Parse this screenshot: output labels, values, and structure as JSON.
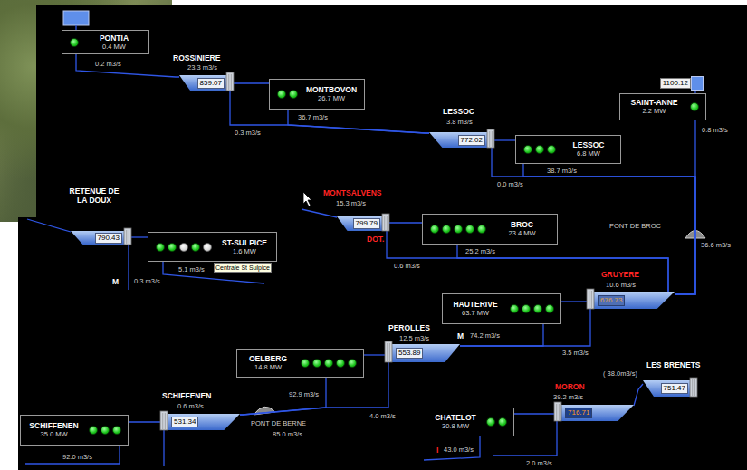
{
  "diagram": {
    "nodes": [
      {
        "text": [
          "PONTIA",
          "0.4 MW"
        ]
      },
      {
        "text": [
          "ROSSINIERE",
          "23.3 m3/s",
          "859.07"
        ]
      },
      {
        "text": [
          "MONTBOVON",
          "26.7 MW"
        ]
      },
      {
        "text": [
          "LESSOC",
          "3.8 m3/s",
          "772.02"
        ]
      },
      {
        "text": [
          "1100.12"
        ]
      },
      {
        "text": [
          "SAINT-ANNE",
          "2.2 MW"
        ]
      },
      {
        "text": [
          "LESSOC",
          "6.8 MW"
        ]
      },
      {
        "text": [
          "RETENUE DE LA DOUX",
          "790.43"
        ]
      },
      {
        "text": [
          "ST-SULPICE",
          "1.6 MW"
        ]
      },
      {
        "text": [
          "MONTSALVENS",
          "15.3 m3/s",
          "799.79"
        ]
      },
      {
        "text": [
          "BROC",
          "23.4 MW"
        ]
      },
      {
        "text": [
          "GRUYERE",
          "10.6 m3/s",
          "676.73"
        ]
      },
      {
        "text": [
          "HAUTERIVE",
          "63.7 MW"
        ]
      },
      {
        "text": [
          "PEROLLES",
          "12.5 m3/s",
          "553.89"
        ]
      },
      {
        "text": [
          "OELBERG",
          "14.8 MW"
        ]
      },
      {
        "text": [
          "LES BRENETS",
          "( 38.0m3/s)",
          "751.47"
        ]
      },
      {
        "text": [
          "SCHIFFENEN",
          "0.6 m3/s",
          "531.34"
        ]
      },
      {
        "text": [
          "MORON",
          "39.2 m3/s",
          "716.71"
        ]
      },
      {
        "text": [
          "SCHIFFENEN",
          "35.0 MW"
        ]
      },
      {
        "text": [
          "CHATELOT",
          "30.8 MW"
        ]
      }
    ],
    "edges": [
      {
        "from": 0,
        "to": 1,
        "arrow": "none"
      },
      {
        "from": 1,
        "to": 2,
        "arrow": "none"
      },
      {
        "from": 2,
        "to": 3,
        "arrow": "none"
      },
      {
        "from": 1,
        "to": 3,
        "arrow": "none"
      },
      {
        "from": 3,
        "to": 6,
        "arrow": "none"
      },
      {
        "from": 6,
        "to": 11,
        "arrow": "none"
      },
      {
        "from": 3,
        "to": 11,
        "arrow": "none"
      },
      {
        "from": 4,
        "to": 5,
        "arrow": "none"
      },
      {
        "from": 5,
        "to": 11,
        "arrow": "none"
      },
      {
        "from": 7,
        "to": 8,
        "arrow": "none"
      },
      {
        "from": 9,
        "to": 10,
        "arrow": "none"
      },
      {
        "from": 10,
        "to": 11,
        "arrow": "none"
      },
      {
        "from": 9,
        "to": 11,
        "arrow": "none"
      },
      {
        "from": 11,
        "to": 12,
        "arrow": "none"
      },
      {
        "from": 12,
        "to": 13,
        "arrow": "none"
      },
      {
        "from": 11,
        "to": 13,
        "arrow": "none"
      },
      {
        "from": 13,
        "to": 14,
        "arrow": "none"
      },
      {
        "from": 14,
        "to": 16,
        "arrow": "none"
      },
      {
        "from": 13,
        "to": 16,
        "arrow": "none"
      },
      {
        "from": 16,
        "to": 18,
        "arrow": "none"
      },
      {
        "from": 15,
        "to": 17,
        "arrow": "none"
      },
      {
        "from": 17,
        "to": 19,
        "arrow": "none"
      }
    ],
    "labels": [
      "0.2 m3/s",
      "36.7 m3/s",
      "0.3 m3/s",
      "38.7 m3/s",
      "0.0 m3/s",
      "0.8 m3/s",
      "PONT DE BROC",
      "36.6 m3/s",
      "5.1 m3/s",
      "M",
      "0.3 m3/s",
      "Centrale St Sulpice",
      "DOT.",
      "0.6 m3/s",
      "25.2 m3/s",
      "M",
      "74.2 m3/s",
      "3.5 m3/s",
      "92.9 m3/s",
      "4.0 m3/s",
      "PONT DE BERNE",
      "85.0 m3/s",
      "92.0 m3/s",
      "I",
      "43.0 m3/s",
      "2.0 m3/s"
    ]
  }
}
